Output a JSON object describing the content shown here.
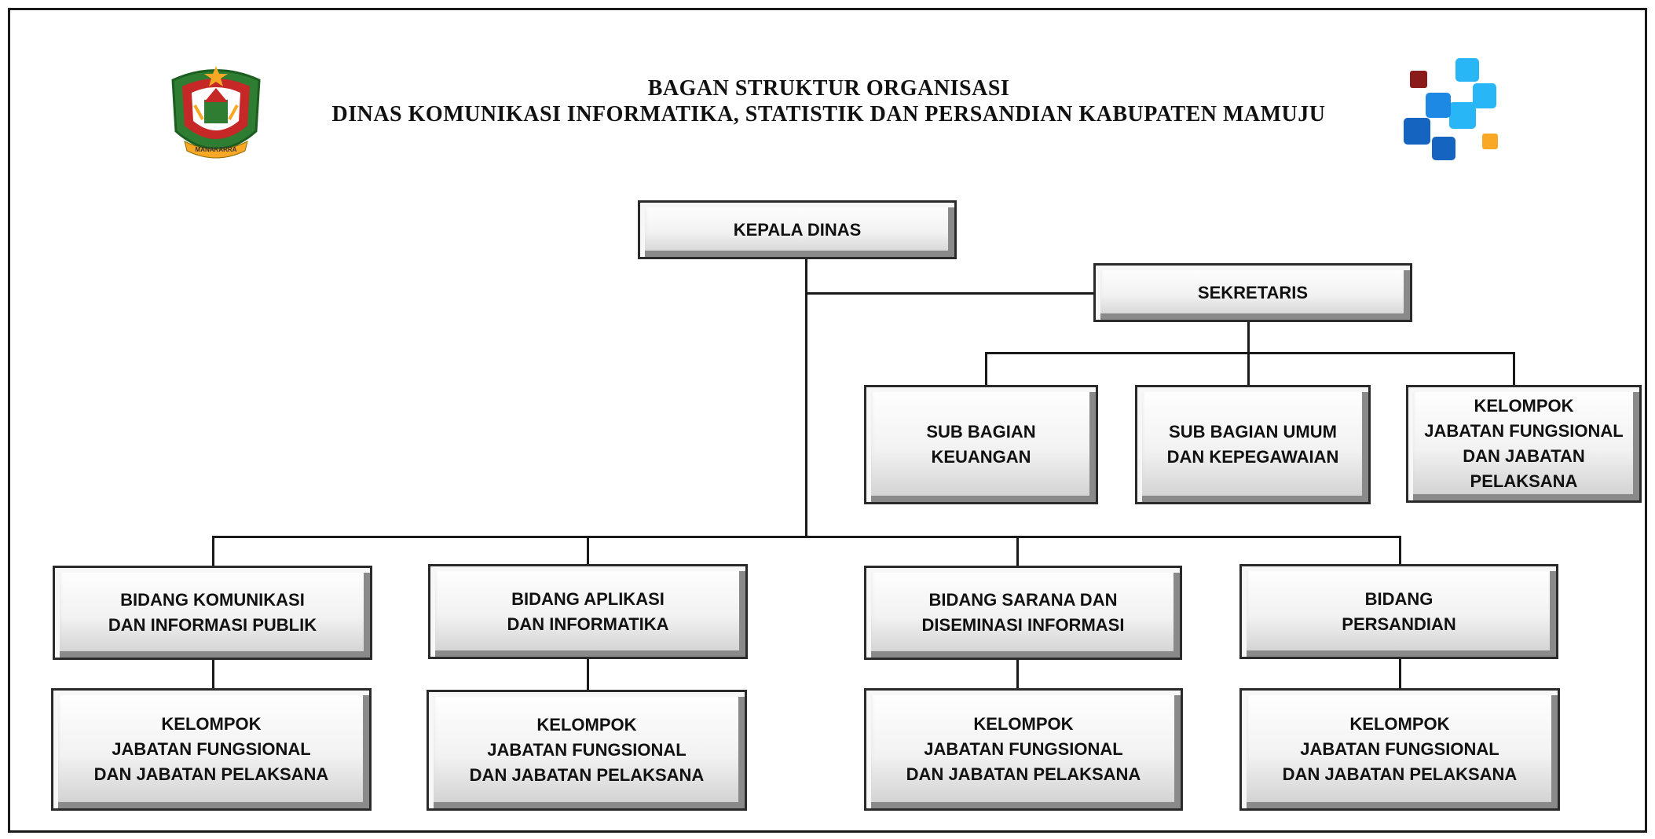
{
  "header": {
    "title_line1": "BAGAN STRUKTUR ORGANISASI",
    "title_line2": "DINAS KOMUNIKASI INFORMATIKA, STATISTIK DAN PERSANDIAN KABUPATEN MAMUJU",
    "left_emblem_icon": "mamuju-regency-emblem",
    "left_emblem_text": "MANAKARRA",
    "right_logo_icon": "diskominfo-logo",
    "colors": {
      "emblem_green": "#2e7d32",
      "emblem_red": "#c62828",
      "logo_blue": "#1565c0",
      "logo_cyan": "#29b6f6",
      "logo_yellow": "#f9a825",
      "logo_darkred": "#8b1a1a"
    }
  },
  "org": {
    "head": "KEPALA DINAS",
    "secretary": "SEKRETARIS",
    "sub_units": [
      "SUB BAGIAN\nKEUANGAN",
      "SUB BAGIAN UMUM\nDAN KEPEGAWAIAN",
      "KELOMPOK\nJABATAN FUNGSIONAL\nDAN JABATAN\nPELAKSANA"
    ],
    "divisions": [
      "BIDANG KOMUNIKASI\nDAN INFORMASI PUBLIK",
      "BIDANG APLIKASI\nDAN INFORMATIKA",
      "BIDANG SARANA DAN\nDISEMINASI INFORMASI",
      "BIDANG\nPERSANDIAN"
    ],
    "functional_groups": [
      "KELOMPOK\nJABATAN FUNGSIONAL\nDAN JABATAN PELAKSANA",
      "KELOMPOK\nJABATAN FUNGSIONAL\nDAN JABATAN PELAKSANA",
      "KELOMPOK\nJABATAN FUNGSIONAL\nDAN JABATAN PELAKSANA",
      "KELOMPOK\nJABATAN FUNGSIONAL\nDAN JABATAN PELAKSANA"
    ]
  }
}
